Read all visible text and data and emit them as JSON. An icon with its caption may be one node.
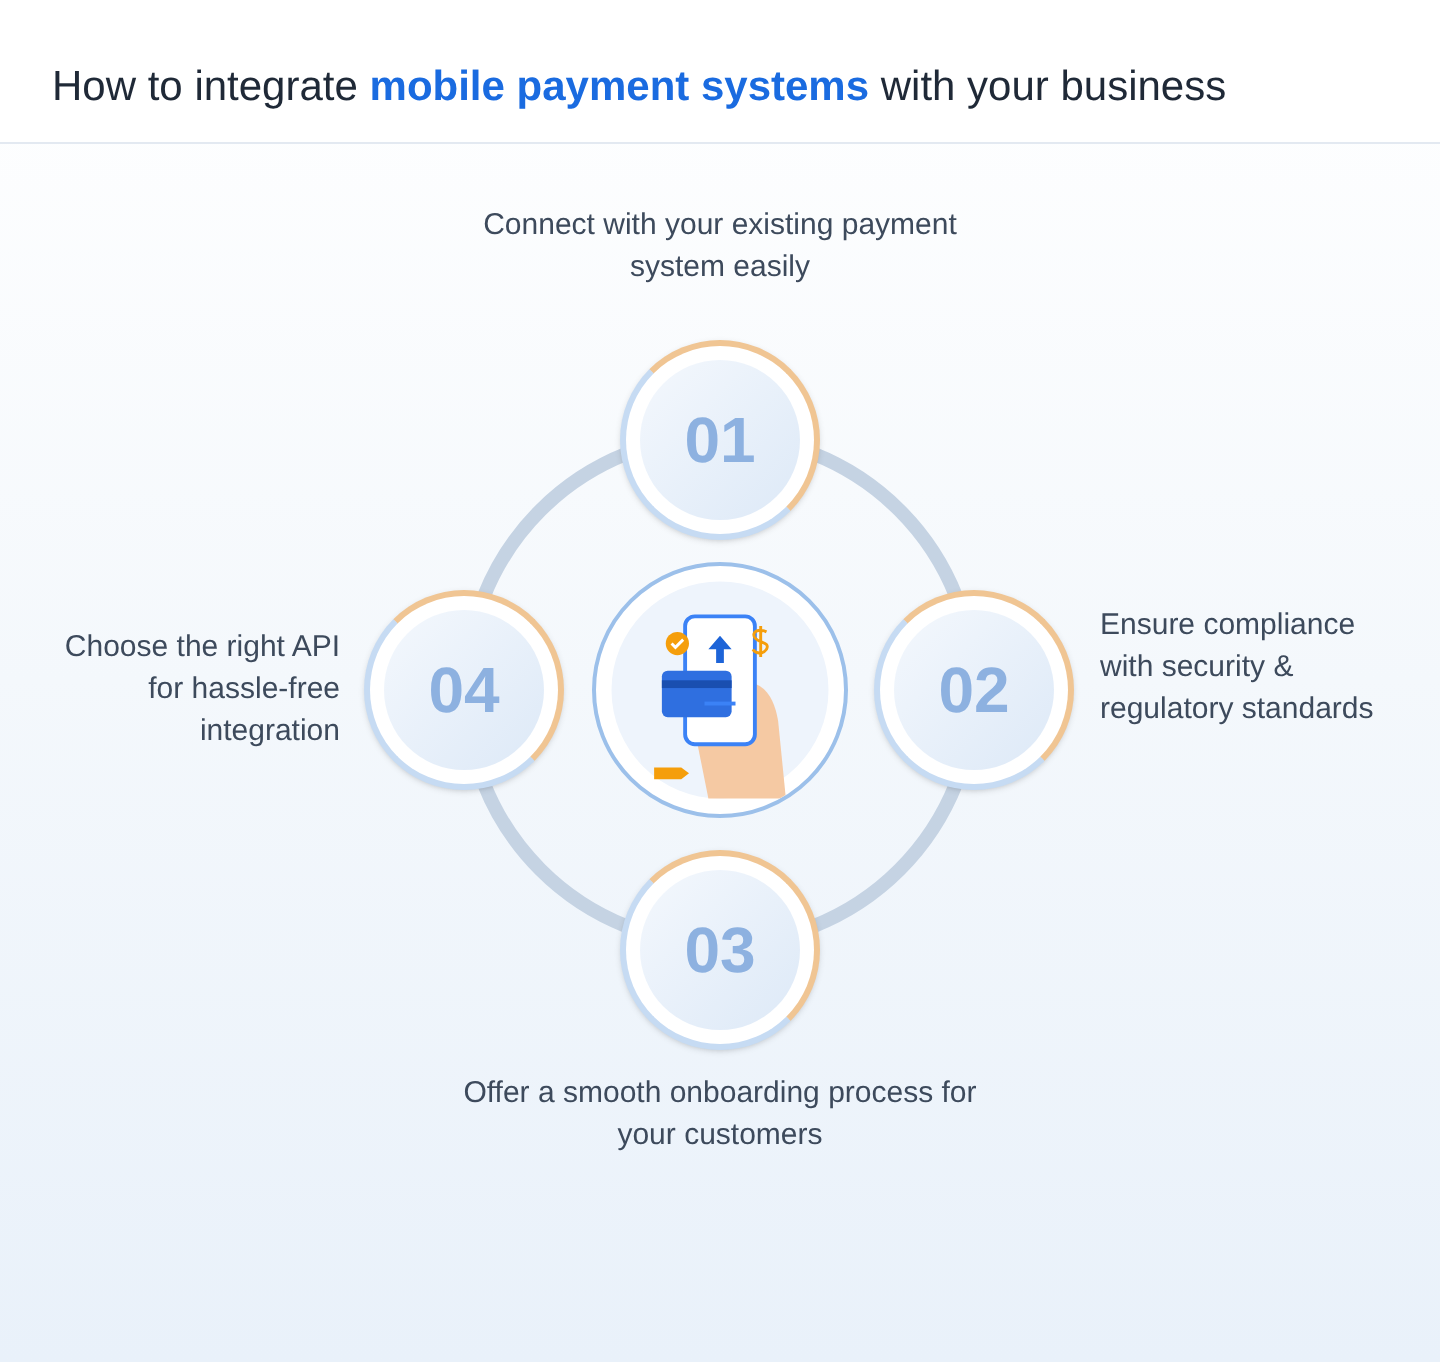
{
  "diagram": {
    "title": "How to integrate **mobile payment systems** with your business",
    "nodes": [
      {
        "text": [
          "01"
        ],
        "beside": [
          "Connect with your existing payment system easily"
        ]
      },
      {
        "text": [
          "02"
        ],
        "beside": [
          "Ensure compliance with security & regulatory standards"
        ]
      },
      {
        "text": [
          "03"
        ],
        "beside": [
          "Offer a smooth onboarding process for your customers"
        ]
      },
      {
        "text": [
          "04"
        ],
        "beside": [
          "Choose the right API for hassle-free integration"
        ]
      },
      {
        "text": [],
        "shape": "picture"
      }
    ]
  }
}
